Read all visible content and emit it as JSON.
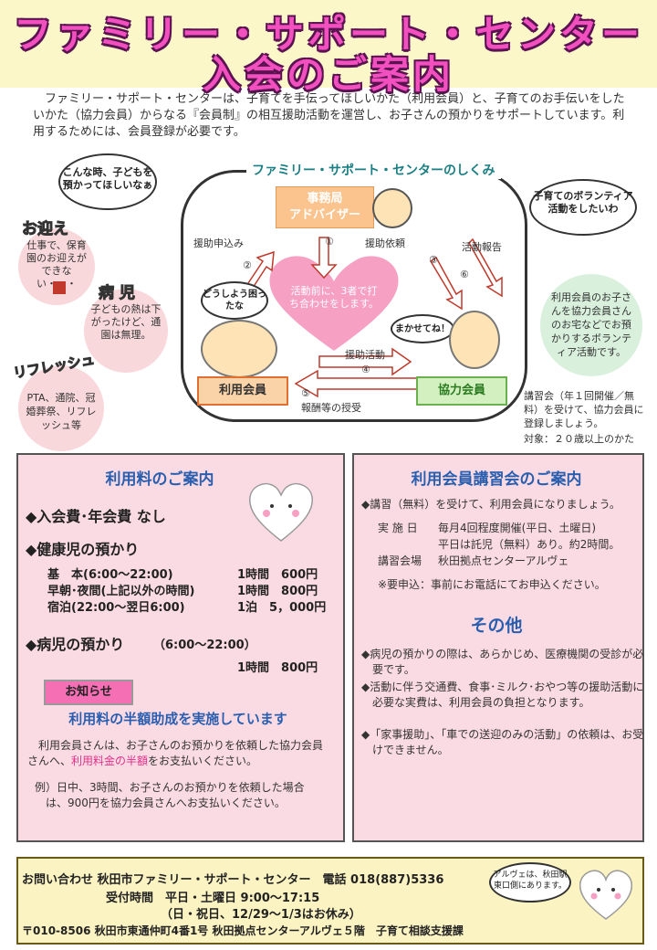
{
  "header": {
    "title_line1": "ファミリー・サポート・センター",
    "title_line2": "入会のご案内"
  },
  "intro": "ファミリー・サポート・センターは、子育てを手伝ってほしいかた（利用会員）と、子育てのお手伝いをしたいかた（協力会員）からなる『会員制』の相互援助活動を運営し、お子さんの預かりをサポートしています。利用するためには、会員登録が必要です。",
  "diagram": {
    "title": "ファミリー・サポート・センターのしくみ",
    "bubble_left": "こんな時、子どもを預かってほしいなぁ",
    "bubble_right": "子育てのボランティア活動をしたいわ",
    "omukae_title": "お迎え",
    "omukae_text": "仕事で、保育園のお迎えができない・・・",
    "byouji_title": "病 児",
    "byouji_text": "子どもの熱は下がったけど、通園は無理。",
    "refresh_title": "リフレッシュ",
    "refresh_text": "PTA、通院、冠婚葬祭、リフレッシュ等",
    "office": "事務局\nアドバイザー",
    "user": "利用会員",
    "helper": "協力会員",
    "apply": "援助申込み",
    "request": "援助依頼",
    "report": "活動報告",
    "activity": "援助活動",
    "reward": "報酬等の授受",
    "heart": "活動前に、3者で打ち合わせをします。",
    "worry": "どうしよう困ったな",
    "leave": "まかせてね！",
    "n1": "①",
    "n2": "②",
    "n3": "③",
    "n4": "④",
    "n5": "⑤",
    "n6": "⑥",
    "right_circle": "利用会員のお子さんを協力会員さんのお宅などでお預かりするボランティア活動です。",
    "course_note": "講習会（年１回開催／無料）を受けて、協力会員に登録しましょう。",
    "target": "対象：２０歳以上のかた"
  },
  "fees": {
    "title": "利用料のご案内",
    "item1": "◆入会費･年会費 なし",
    "item2": "◆健康児の預かり",
    "rows": [
      {
        "label": "基　本(6:00～22:00)",
        "price": "1時間　600円"
      },
      {
        "label": "早朝･夜間(上記以外の時間)",
        "price": "1時間　800円"
      },
      {
        "label": "宿泊(22:00～翌日6:00)",
        "price": "1泊　5，000円"
      }
    ],
    "item3": "◆病児の預かり",
    "item3_time": "（6:00～22:00）",
    "sick_price": "1時間　800円",
    "notice": "お知らせ",
    "subsidy_title": "利用料の半額助成を実施しています",
    "subsidy_text1": "利用会員さんは、お子さんのお預かりを依頼した協力会員さんへ、",
    "subsidy_highlight": "利用料金の半額",
    "subsidy_text2": "をお支払いください。",
    "example": "例）日中、3時間、お子さんのお預かりを依頼した場合は、900円を協力会員さんへお支払いください。"
  },
  "course": {
    "title": "利用会員講習会のご案内",
    "line1": "◆講習（無料）を受けて、利用会員になりましょう。",
    "date_label": "実 施 日",
    "date_value": "毎月4回程度開催(平日、土曜日)",
    "date_value2": "平日は託児（無料）あり。約2時間。",
    "place_label": "講習会場",
    "place_value": "秋田拠点センターアルヴェ",
    "note": "※要申込：事前にお電話にてお申込ください。"
  },
  "other": {
    "title": "その他",
    "b1": "◆病児の預かりの際は、あらかじめ、医療機関の受診が必要です。",
    "b2": "◆活動に伴う交通費、食事･ミルク･おやつ等の援助活動に必要な実費は、利用会員の負担となります。",
    "b3": "◆「家事援助」、「車での送迎のみの活動」の依頼は、お受けできません。"
  },
  "footer": {
    "line1": "お問い合わせ 秋田市ファミリー・サポート・センター　電話 018(887)5336",
    "line2": "受付時間　平日・土曜日 9:00～17:15",
    "line3": "（日・祝日、12/29～1/3はお休み）",
    "line4": "〒010-8506 秋田市東通仲町4番1号 秋田拠点センターアルヴェ５階　子育て相談支援課",
    "bubble": "アルヴェは、秋田駅東口側にあります。"
  }
}
